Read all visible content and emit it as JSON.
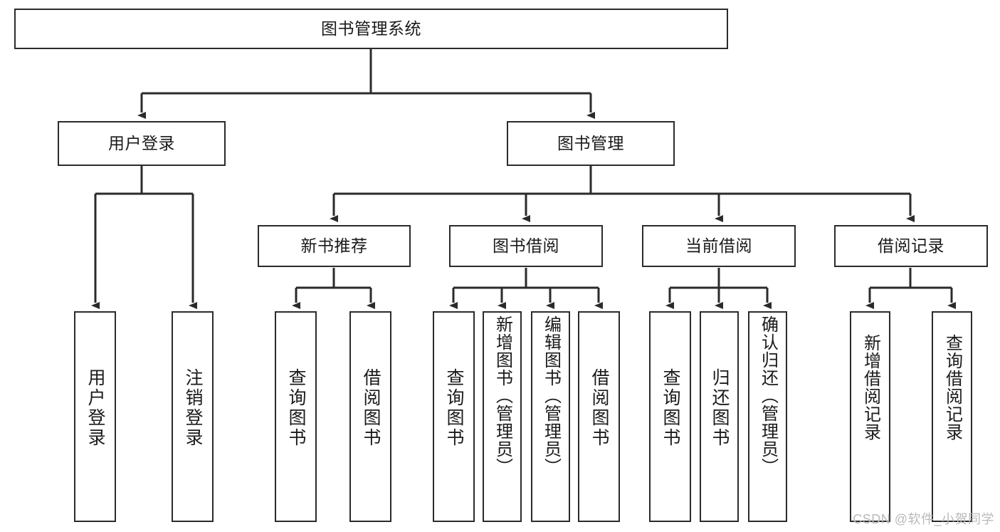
{
  "diagram": {
    "title_node": {
      "label": "图书管理系统"
    },
    "level2": [
      {
        "id": "user-login",
        "label": "用户登录"
      },
      {
        "id": "book-management",
        "label": "图书管理"
      }
    ],
    "level3": [
      {
        "id": "new-book-recommend",
        "label": "新书推荐"
      },
      {
        "id": "book-borrow",
        "label": "图书借阅"
      },
      {
        "id": "current-borrow",
        "label": "当前借阅"
      },
      {
        "id": "borrow-record",
        "label": "借阅记录"
      }
    ],
    "leaves": {
      "user_login": [
        {
          "id": "leaf-user-login",
          "label": "用户登录"
        },
        {
          "id": "leaf-logout-login",
          "label": "注销登录"
        }
      ],
      "new_book_recommend": [
        {
          "id": "leaf-query-book-1",
          "label": "查询图书"
        },
        {
          "id": "leaf-borrow-book-1",
          "label": "借阅图书"
        }
      ],
      "book_borrow": [
        {
          "id": "leaf-query-book-2",
          "label": "查询图书"
        },
        {
          "id": "leaf-add-book-admin",
          "label": "新增图书（管理员）"
        },
        {
          "id": "leaf-edit-book-admin",
          "label": "编辑图书（管理员）"
        },
        {
          "id": "leaf-borrow-book-2",
          "label": "借阅图书"
        }
      ],
      "current_borrow": [
        {
          "id": "leaf-query-book-3",
          "label": "查询图书"
        },
        {
          "id": "leaf-return-book",
          "label": "归还图书"
        },
        {
          "id": "leaf-confirm-return-admin",
          "label": "确认归还（管理员）"
        }
      ],
      "borrow_record": [
        {
          "id": "leaf-add-borrow-record",
          "label": "新增借阅记录"
        },
        {
          "id": "leaf-query-borrow-record",
          "label": "查询借阅记录"
        }
      ]
    }
  },
  "watermark": {
    "text": "CSDN @软件_小贺同学"
  },
  "colors": {
    "stroke": "#2b2b2b",
    "fill": "#ffffff",
    "text": "#1a1a1a",
    "watermark": "#b9b9b9"
  }
}
